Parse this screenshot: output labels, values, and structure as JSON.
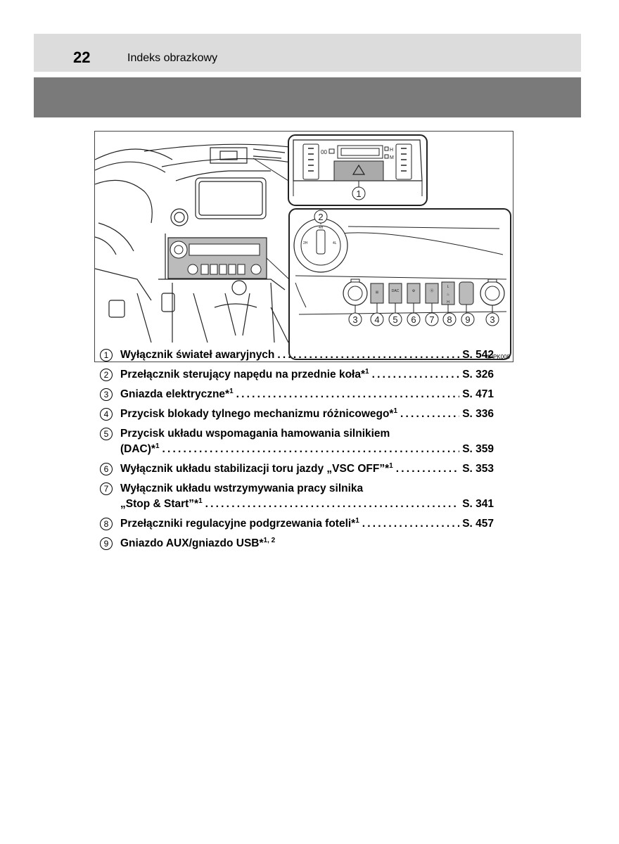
{
  "header": {
    "page_number": "22",
    "section_title": "Indeks obrazkowy"
  },
  "figure": {
    "code": "IIPPK008",
    "callouts": [
      "1",
      "2",
      "3",
      "4",
      "5",
      "6",
      "7",
      "8",
      "9",
      "3"
    ]
  },
  "legend": [
    {
      "num": "1",
      "lines": [
        {
          "label": "Wyłącznik świateł awaryjnych",
          "sup": "",
          "page": "S. 542"
        }
      ]
    },
    {
      "num": "2",
      "lines": [
        {
          "label": "Przełącznik sterujący napędu na przednie koła*",
          "sup": "1",
          "page": "S. 326"
        }
      ]
    },
    {
      "num": "3",
      "lines": [
        {
          "label": "Gniazda elektryczne*",
          "sup": "1",
          "page": "S. 471"
        }
      ]
    },
    {
      "num": "4",
      "lines": [
        {
          "label": "Przycisk blokady tylnego mechanizmu różnicowego*",
          "sup": "1",
          "page": "S. 336"
        }
      ]
    },
    {
      "num": "5",
      "lines": [
        {
          "label": "Przycisk układu wspomagania hamowania silnikiem",
          "sup": "",
          "page": ""
        },
        {
          "label": "(DAC)*",
          "sup": "1",
          "page": "S. 359"
        }
      ]
    },
    {
      "num": "6",
      "lines": [
        {
          "label": "Wyłącznik układu stabilizacji toru jazdy „VSC OFF”*",
          "sup": "1",
          "page": "S. 353"
        }
      ]
    },
    {
      "num": "7",
      "lines": [
        {
          "label": "Wyłącznik układu wstrzymywania pracy silnika",
          "sup": "",
          "page": ""
        },
        {
          "label": "„Stop & Start”*",
          "sup": "1",
          "page": "S. 341"
        }
      ]
    },
    {
      "num": "8",
      "lines": [
        {
          "label": "Przełączniki regulacyjne podgrzewania foteli*",
          "sup": "1",
          "page": "S. 457"
        }
      ]
    },
    {
      "num": "9",
      "lines": [
        {
          "label": "Gniazdo AUX/gniazdo USB*",
          "sup": "1, 2",
          "page": ""
        }
      ]
    }
  ]
}
